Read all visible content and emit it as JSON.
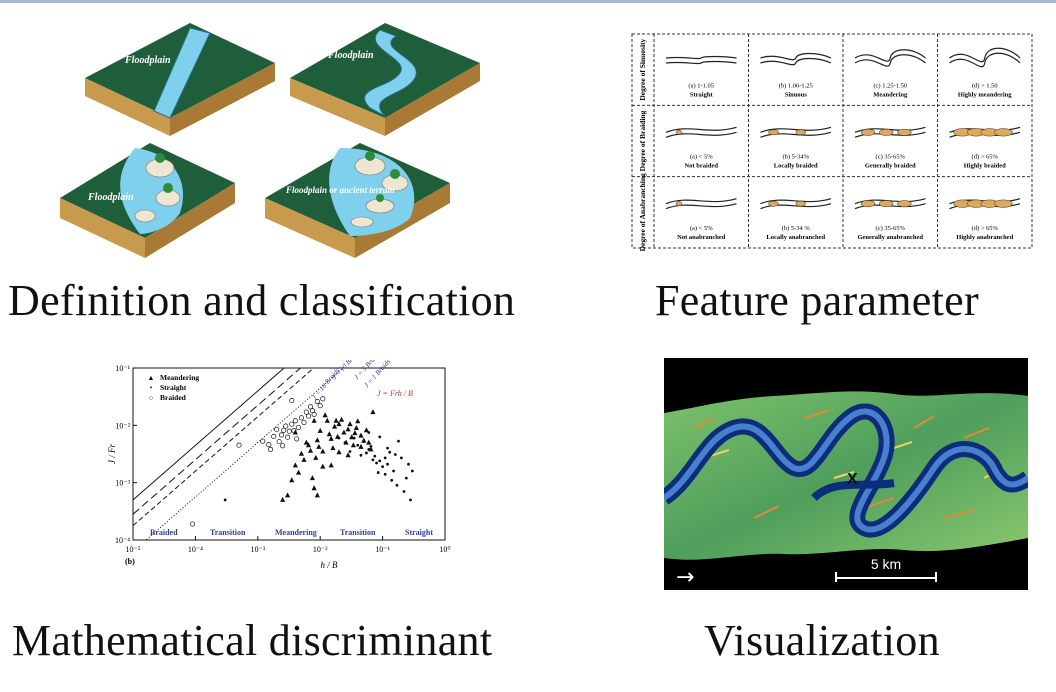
{
  "captions": {
    "definition": "Definition and classification",
    "feature": "Feature parameter",
    "mathematical": "Mathematical discriminant",
    "visualization": "Visualization"
  },
  "river_blocks": {
    "labels": [
      "Floodplain",
      "Floodplain",
      "Floodplain",
      "Floodplain or ancient terrain"
    ],
    "colors": {
      "land": "#1f5e3a",
      "soil": "#c79a4e",
      "water": "#7fd0ec",
      "bar": "#efe6d2"
    }
  },
  "feature_table": {
    "row_labels": [
      "Degree of Sinuosity",
      "Degree of Braiding",
      "Degree of Anabranching"
    ],
    "cells": [
      [
        [
          "(a) 1-1.05",
          "Straight"
        ],
        [
          "(b) 1.06-1.25",
          "Sinuous"
        ],
        [
          "(c) 1.25-1.50",
          "Meandering"
        ],
        [
          "(d) > 1.50",
          "Highly meandering"
        ]
      ],
      [
        [
          "(a) < 5%",
          "Not braided"
        ],
        [
          "(b) 5-34%",
          "Locally braided"
        ],
        [
          "(c) 35-65%",
          "Generally braided"
        ],
        [
          "(d) > 65%",
          "Highly braided"
        ]
      ],
      [
        [
          "(a) < 5%",
          "Not anabranched"
        ],
        [
          "(b) 5-34 %",
          "Locally anabranched"
        ],
        [
          "(c) 35-65%",
          "Generally anabranched"
        ],
        [
          "(d) > 65%",
          "Highly anabranched"
        ]
      ]
    ]
  },
  "chart_data": {
    "type": "scatter",
    "xlabel": "h / B",
    "ylabel": "J / Fr",
    "panel_tag": "(b)",
    "xscale": "log",
    "yscale": "log",
    "xlim": [
      1e-05,
      1
    ],
    "ylim": [
      0.0001,
      0.1
    ],
    "x_ticks": [
      "10⁻⁵",
      "10⁻⁴",
      "10⁻³",
      "10⁻²",
      "10⁻¹",
      "10⁰"
    ],
    "y_ticks": [
      "10⁻¹",
      "10⁻²",
      "10⁻³",
      "10⁻⁴"
    ],
    "legend": [
      "Meandering",
      "Straight",
      "Braided"
    ],
    "legend_position": "top-left",
    "line_labels": [
      "J = 10 Braids",
      "J = 10 Braids",
      "J = 5 Braids",
      "J = 1 Braids"
    ],
    "equation_label": "J = Frh / B",
    "region_labels": [
      "Braided",
      "Transition",
      "Meandering",
      "Transition",
      "Straight"
    ],
    "series": [
      {
        "name": "Meandering",
        "marker": "triangle",
        "points": [
          [
            0.0025,
            0.0005
          ],
          [
            0.003,
            0.0006
          ],
          [
            0.0035,
            0.0011
          ],
          [
            0.004,
            0.002
          ],
          [
            0.0045,
            0.0015
          ],
          [
            0.005,
            0.0032
          ],
          [
            0.0055,
            0.0025
          ],
          [
            0.006,
            0.005
          ],
          [
            0.007,
            0.0036
          ],
          [
            0.0075,
            0.0012
          ],
          [
            0.008,
            0.0008
          ],
          [
            0.0085,
            0.0027
          ],
          [
            0.009,
            0.0055
          ],
          [
            0.0095,
            0.0042
          ],
          [
            0.01,
            0.008
          ],
          [
            0.011,
            0.0035
          ],
          [
            0.012,
            0.015
          ],
          [
            0.013,
            0.012
          ],
          [
            0.014,
            0.007
          ],
          [
            0.015,
            0.002
          ],
          [
            0.016,
            0.004
          ],
          [
            0.017,
            0.0095
          ],
          [
            0.018,
            0.012
          ],
          [
            0.019,
            0.0063
          ],
          [
            0.02,
            0.0105
          ],
          [
            0.022,
            0.0125
          ],
          [
            0.024,
            0.0075
          ],
          [
            0.026,
            0.005
          ],
          [
            0.028,
            0.0085
          ],
          [
            0.03,
            0.0105
          ],
          [
            0.032,
            0.0062
          ],
          [
            0.034,
            0.0045
          ],
          [
            0.036,
            0.0073
          ],
          [
            0.038,
            0.009
          ],
          [
            0.04,
            0.0118
          ],
          [
            0.045,
            0.0066
          ],
          [
            0.05,
            0.0054
          ],
          [
            0.055,
            0.0082
          ],
          [
            0.06,
            0.005
          ],
          [
            0.065,
            0.0038
          ],
          [
            0.07,
            0.017
          ],
          [
            0.008,
            0.012
          ],
          [
            0.02,
            0.0034
          ],
          [
            0.009,
            0.0006
          ],
          [
            0.011,
            0.0019
          ],
          [
            0.004,
            0.0075
          ],
          [
            0.0065,
            0.0045
          ],
          [
            0.015,
            0.0058
          ],
          [
            0.028,
            0.003
          ],
          [
            0.045,
            0.0042
          ]
        ]
      },
      {
        "name": "Straight",
        "marker": "dot",
        "points": [
          [
            0.0003,
            0.0005
          ],
          [
            0.02,
            0.006
          ],
          [
            0.025,
            0.005
          ],
          [
            0.03,
            0.0035
          ],
          [
            0.035,
            0.006
          ],
          [
            0.04,
            0.0045
          ],
          [
            0.045,
            0.003
          ],
          [
            0.05,
            0.0052
          ],
          [
            0.055,
            0.0033
          ],
          [
            0.06,
            0.0038
          ],
          [
            0.065,
            0.0043
          ],
          [
            0.07,
            0.0025
          ],
          [
            0.075,
            0.0029
          ],
          [
            0.08,
            0.0022
          ],
          [
            0.085,
            0.0015
          ],
          [
            0.09,
            0.0024
          ],
          [
            0.1,
            0.0019
          ],
          [
            0.11,
            0.0014
          ],
          [
            0.12,
            0.0021
          ],
          [
            0.13,
            0.0034
          ],
          [
            0.14,
            0.0011
          ],
          [
            0.15,
            0.0016
          ],
          [
            0.16,
            0.0031
          ],
          [
            0.18,
            0.0053
          ],
          [
            0.2,
            0.0027
          ],
          [
            0.22,
            0.0007
          ],
          [
            0.24,
            0.0012
          ],
          [
            0.26,
            0.0021
          ],
          [
            0.28,
            0.0005
          ],
          [
            0.3,
            0.0016
          ],
          [
            0.12,
            0.004
          ],
          [
            0.09,
            0.0063
          ],
          [
            0.06,
            0.0075
          ],
          [
            0.11,
            0.0027
          ],
          [
            0.17,
            0.0009
          ]
        ]
      },
      {
        "name": "Braided",
        "marker": "circle",
        "points": [
          [
            0.0005,
            0.0045
          ],
          [
            9e-05,
            0.00019
          ],
          [
            0.0012,
            0.0053
          ],
          [
            0.0015,
            0.0046
          ],
          [
            0.0018,
            0.0064
          ],
          [
            0.002,
            0.0085
          ],
          [
            0.0022,
            0.0052
          ],
          [
            0.0024,
            0.0068
          ],
          [
            0.0026,
            0.0082
          ],
          [
            0.0028,
            0.0097
          ],
          [
            0.003,
            0.0062
          ],
          [
            0.0032,
            0.0079
          ],
          [
            0.0035,
            0.0105
          ],
          [
            0.0038,
            0.0081
          ],
          [
            0.004,
            0.012
          ],
          [
            0.0045,
            0.0092
          ],
          [
            0.005,
            0.0135
          ],
          [
            0.0055,
            0.0112
          ],
          [
            0.006,
            0.017
          ],
          [
            0.0065,
            0.0145
          ],
          [
            0.007,
            0.021
          ],
          [
            0.0075,
            0.018
          ],
          [
            0.008,
            0.0155
          ],
          [
            0.009,
            0.026
          ],
          [
            0.01,
            0.022
          ],
          [
            0.011,
            0.029
          ],
          [
            0.0035,
            0.027
          ],
          [
            0.0025,
            0.0044
          ],
          [
            0.0016,
            0.0038
          ],
          [
            0.0042,
            0.0058
          ]
        ]
      }
    ]
  },
  "visualization": {
    "marker": "X",
    "scale_label": "5 km",
    "arrow_glyph": "→",
    "colors": {
      "background": "#000000",
      "channel": "#0b2d7a",
      "channel_light": "#4a7fd0",
      "plain": "#5fb06a",
      "plain_warm": "#e08a3a"
    }
  }
}
